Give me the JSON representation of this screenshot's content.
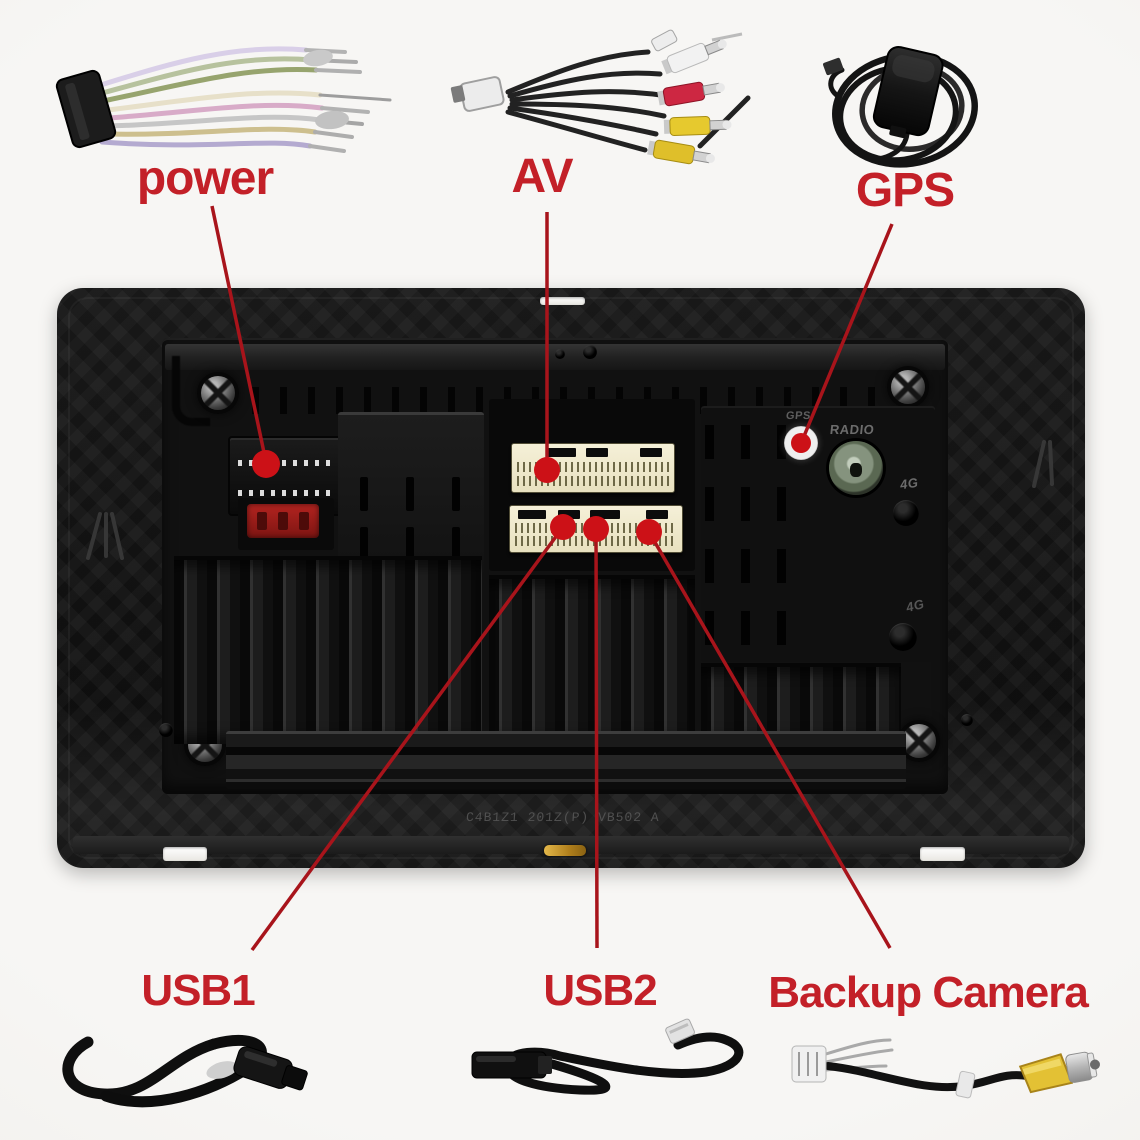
{
  "figure_title": "Car stereo head unit rear connection diagram",
  "colors": {
    "label-red": "#c32028",
    "leader-red": "#a8141b",
    "dot-red": "#cc1117",
    "unit-black": "#161616",
    "connector-cream": "#efe9cf",
    "rca-yellow": "#e6c92e",
    "rca-red": "#cd2742"
  },
  "callouts": {
    "top": [
      {
        "id": "power",
        "label": "power"
      },
      {
        "id": "av",
        "label": "AV"
      },
      {
        "id": "gps",
        "label": "GPS"
      }
    ],
    "bottom": [
      {
        "id": "usb1",
        "label": "USB1"
      },
      {
        "id": "usb2",
        "label": "USB2"
      },
      {
        "id": "backup-camera",
        "label": "Backup Camera"
      }
    ]
  },
  "unit_markings": {
    "gps_jack": "GPS",
    "radio_jack": "RADIO",
    "antenna_4g_upper": "4G",
    "antenna_4g_lower": "4G",
    "etched_code": "C4B1Z1 201Z(P) VB502 A"
  },
  "accessories": {
    "power_harness": "power wiring harness",
    "av_cable": "AV RCA cable bundle",
    "gps_antenna": "GPS antenna with coiled cable",
    "usb1_cable": "USB cable 1",
    "usb2_cable": "USB cable 2",
    "backup_camera_cable": "backup camera adapter cable"
  }
}
